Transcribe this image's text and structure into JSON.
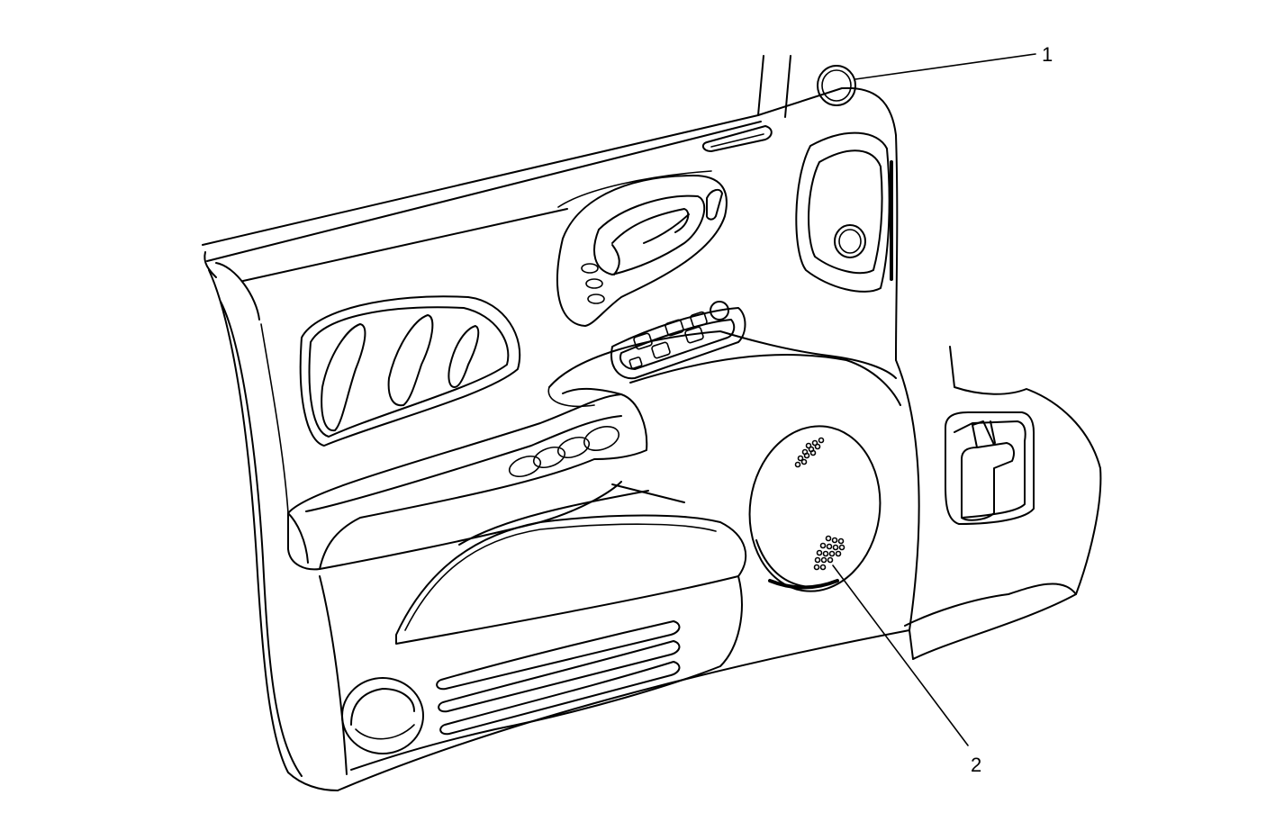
{
  "callouts": [
    {
      "id": "1",
      "label": "1",
      "target": "door-lock-button-bezel"
    },
    {
      "id": "2",
      "label": "2",
      "target": "front-door-speaker-grille"
    }
  ],
  "colors": {
    "line": "#000000",
    "background": "#ffffff"
  }
}
